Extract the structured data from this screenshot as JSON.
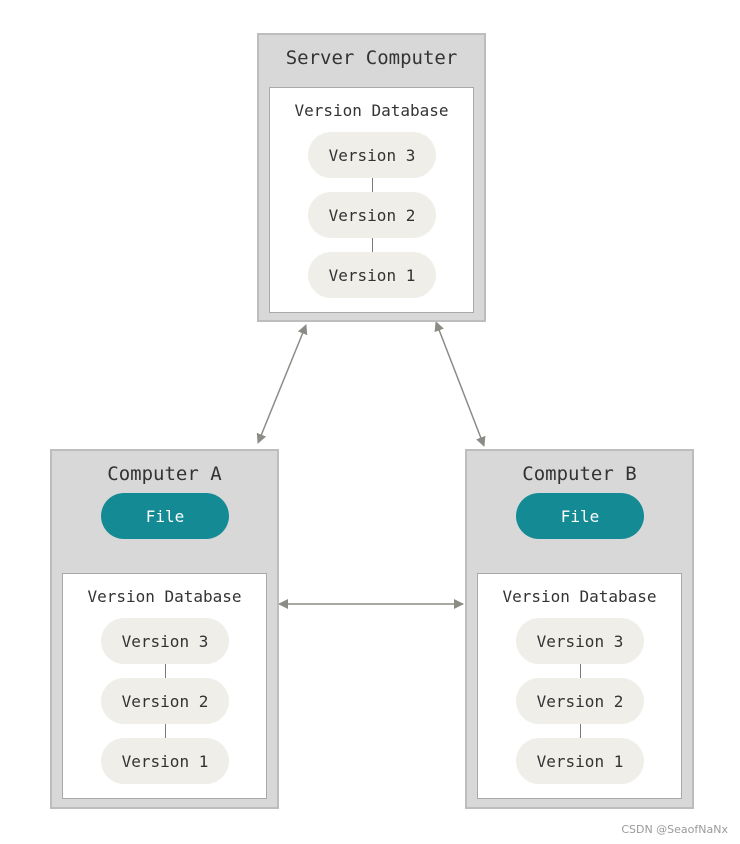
{
  "server": {
    "title": "Server Computer",
    "database": {
      "title": "Version Database",
      "versions": [
        "Version 3",
        "Version 2",
        "Version 1"
      ]
    }
  },
  "computer_a": {
    "title": "Computer A",
    "file_label": "File",
    "database": {
      "title": "Version Database",
      "versions": [
        "Version 3",
        "Version 2",
        "Version 1"
      ]
    }
  },
  "computer_b": {
    "title": "Computer B",
    "file_label": "File",
    "database": {
      "title": "Version Database",
      "versions": [
        "Version 3",
        "Version 2",
        "Version 1"
      ]
    }
  },
  "colors": {
    "computer_fill": "#d8d8d8",
    "database_fill": "#ffffff",
    "version_pill": "#efeee9",
    "file_pill": "#138a94",
    "arrow": "#8c8c86"
  },
  "watermark": "CSDN @SeaofNaNx"
}
